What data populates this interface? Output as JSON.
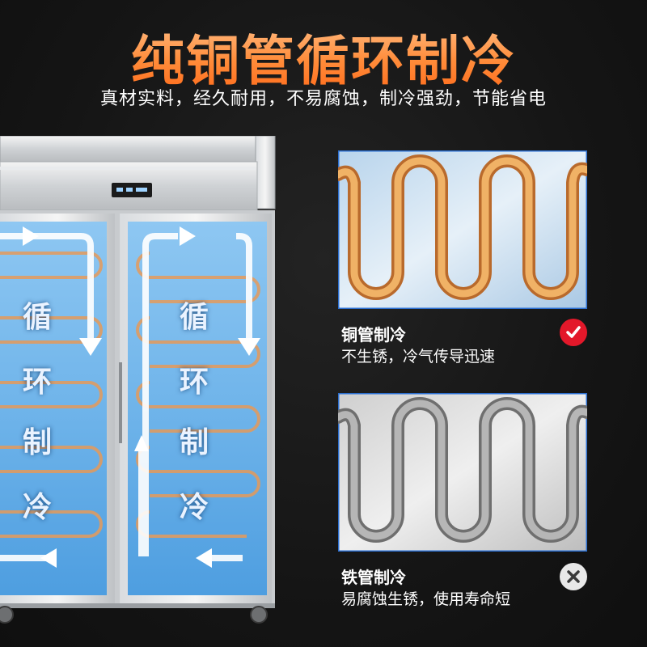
{
  "headline": "纯铜管循环制冷",
  "subline": "真材实料，经久耐用，不易腐蚀，制冷强劲，节能省电",
  "fridge": {
    "flow_chars_left": [
      "循",
      "环",
      "制",
      "冷"
    ],
    "flow_chars_right": [
      "循",
      "环",
      "制",
      "冷"
    ]
  },
  "comparison": [
    {
      "title": "铜管制冷",
      "description": "不生锈，冷气传导迅速",
      "verdict_icon": "check-icon",
      "pipe_color": "#e0a05a",
      "badge_color": "#e3182a"
    },
    {
      "title": "铁管制冷",
      "description": "易腐蚀生锈，使用寿命短",
      "verdict_icon": "cross-icon",
      "pipe_color": "#9a9a9a",
      "badge_color": "#e8e8e8"
    }
  ]
}
